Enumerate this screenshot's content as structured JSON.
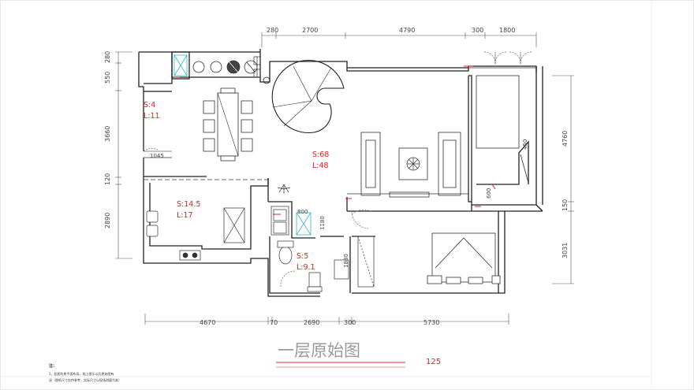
{
  "title": "一层原始图",
  "page_number": "125",
  "colors": {
    "wall": "#222222",
    "area_label": "#e02020",
    "title_underline": "#e03030",
    "dimension": "#444444",
    "fixture_cyan": "#31b5c9"
  },
  "dimensions": {
    "top": [
      "280",
      "2700",
      "4790",
      "300",
      "1800"
    ],
    "bottom": [
      "4670",
      "70",
      "2690",
      "300",
      "5730"
    ],
    "left": [
      "280",
      "550",
      "3660",
      "120",
      "2890"
    ],
    "right": [
      "4760",
      "150",
      "3031"
    ],
    "inner": [
      "1045",
      "800",
      "1180",
      "1880",
      "600",
      "450"
    ]
  },
  "rooms": [
    {
      "area": "S:4",
      "perimeter": "L:11"
    },
    {
      "area": "S:68",
      "perimeter": "L:48"
    },
    {
      "area": "S:14.5",
      "perimeter": "L:17"
    },
    {
      "area": "S:5",
      "perimeter": "L:9.1"
    }
  ],
  "notes": {
    "heading": "注：",
    "line1": "1、此图为原平面布局，加上图示以后原始图有",
    "line2": "误（图纸尺寸仅供参考，实际尺寸以现场测量为准）"
  },
  "icons": [
    "spiral-stair-icon",
    "sofa-icon",
    "dining-table-icon",
    "bed-icon",
    "toilet-icon",
    "stove-icon",
    "plant-icon"
  ]
}
